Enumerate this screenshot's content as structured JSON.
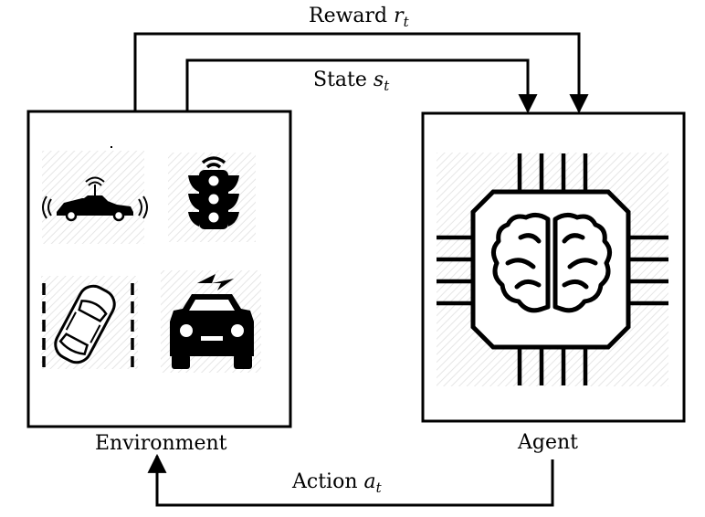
{
  "diagram": {
    "reward_label": "Reward",
    "reward_symbol": "r",
    "reward_subscript": "t",
    "state_label": "State",
    "state_symbol": "s",
    "state_subscript": "t",
    "action_label": "Action",
    "action_symbol": "a",
    "action_subscript": "t",
    "environment_label": "Environment",
    "agent_label": "Agent",
    "icons": {
      "environment": [
        "connected-car-icon",
        "traffic-light-icon",
        "lane-keeping-car-icon",
        "electric-car-icon"
      ],
      "agent": "ai-chip-brain-icon"
    }
  }
}
